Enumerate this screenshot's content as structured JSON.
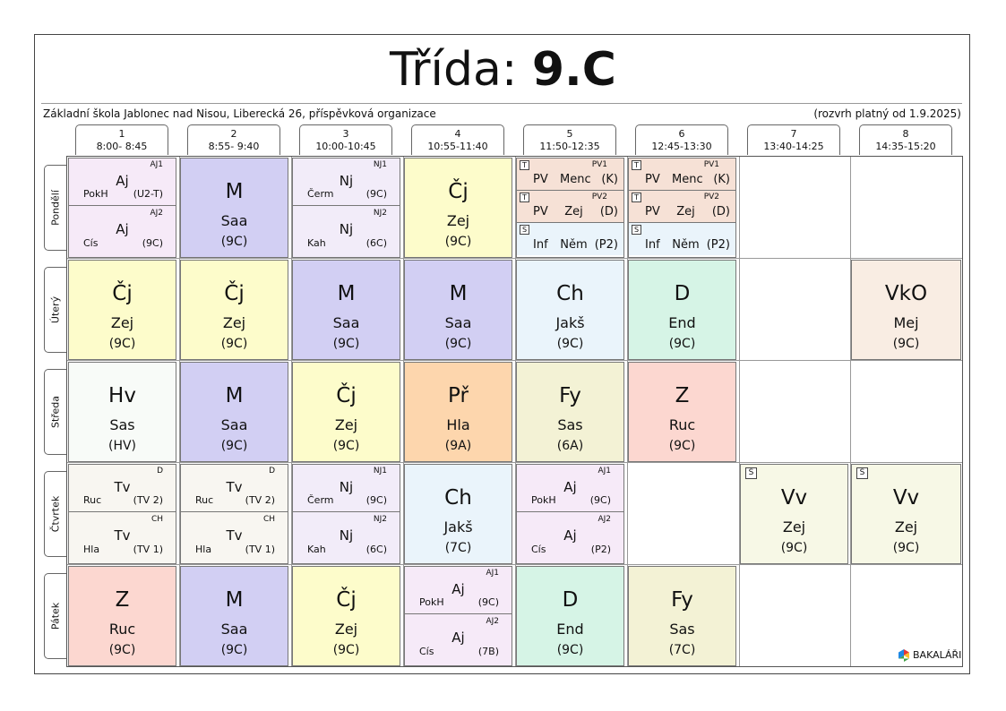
{
  "header": {
    "title_label": "Třída:",
    "class_name": "9.C",
    "school": "Základní škola Jablonec nad Nisou, Liberecká 26, příspěvková organizace",
    "validity": "(rozvrh platný od 1.9.2025)"
  },
  "periods": [
    {
      "num": "1",
      "time": "8:00- 8:45"
    },
    {
      "num": "2",
      "time": "8:55- 9:40"
    },
    {
      "num": "3",
      "time": "10:00-10:45"
    },
    {
      "num": "4",
      "time": "10:55-11:40"
    },
    {
      "num": "5",
      "time": "11:50-12:35"
    },
    {
      "num": "6",
      "time": "12:45-13:30"
    },
    {
      "num": "7",
      "time": "13:40-14:25"
    },
    {
      "num": "8",
      "time": "14:35-15:20"
    }
  ],
  "days": [
    "Pondělí",
    "Úterý",
    "Středa",
    "Čtvrtek",
    "Pátek"
  ],
  "schedule": [
    [
      {
        "type": "split",
        "color": "#f6eaf8",
        "top": {
          "group": "AJ1",
          "subject": "Aj",
          "teacher": "PokH",
          "room": "(U2-T)"
        },
        "bottom": {
          "group": "AJ2",
          "subject": "Aj",
          "teacher": "Cís",
          "room": "(9C)"
        }
      },
      {
        "type": "full",
        "color": "#d2cff3",
        "subject": "M",
        "teacher": "Saa",
        "room": "(9C)"
      },
      {
        "type": "split",
        "color": "#f2ecf9",
        "top": {
          "group": "NJ1",
          "subject": "Nj",
          "teacher": "Čerm",
          "room": "(9C)"
        },
        "bottom": {
          "group": "NJ2",
          "subject": "Nj",
          "teacher": "Kah",
          "room": "(6C)"
        }
      },
      {
        "type": "full",
        "color": "#fdfccb",
        "subject": "Čj",
        "teacher": "Zej",
        "room": "(9C)"
      },
      {
        "type": "triple",
        "parts": [
          {
            "flag": "T",
            "group": "PV1",
            "subject": "PV",
            "teacher": "Menc",
            "room": "(K)",
            "color": "#f6e1d6"
          },
          {
            "flag": "T",
            "group": "PV2",
            "subject": "PV",
            "teacher": "Zej",
            "room": "(D)",
            "color": "#f6e1d6"
          },
          {
            "flag": "S",
            "group": "",
            "subject": "Inf",
            "teacher": "Něm",
            "room": "(P2)",
            "color": "#eaf4fb"
          }
        ]
      },
      {
        "type": "triple",
        "parts": [
          {
            "flag": "T",
            "group": "PV1",
            "subject": "PV",
            "teacher": "Menc",
            "room": "(K)",
            "color": "#f6e1d6"
          },
          {
            "flag": "T",
            "group": "PV2",
            "subject": "PV",
            "teacher": "Zej",
            "room": "(D)",
            "color": "#f6e1d6"
          },
          {
            "flag": "S",
            "group": "",
            "subject": "Inf",
            "teacher": "Něm",
            "room": "(P2)",
            "color": "#eaf4fb"
          }
        ]
      },
      null,
      null
    ],
    [
      {
        "type": "full",
        "color": "#fdfccb",
        "subject": "Čj",
        "teacher": "Zej",
        "room": "(9C)"
      },
      {
        "type": "full",
        "color": "#fdfccb",
        "subject": "Čj",
        "teacher": "Zej",
        "room": "(9C)"
      },
      {
        "type": "full",
        "color": "#d2cff3",
        "subject": "M",
        "teacher": "Saa",
        "room": "(9C)"
      },
      {
        "type": "full",
        "color": "#d2cff3",
        "subject": "M",
        "teacher": "Saa",
        "room": "(9C)"
      },
      {
        "type": "full",
        "color": "#eaf4fb",
        "subject": "Ch",
        "teacher": "Jakš",
        "room": "(9C)"
      },
      {
        "type": "full",
        "color": "#d6f4e6",
        "subject": "D",
        "teacher": "End",
        "room": "(9C)"
      },
      null,
      {
        "type": "full",
        "color": "#f9ede3",
        "subject": "VkO",
        "teacher": "Mej",
        "room": "(9C)"
      }
    ],
    [
      {
        "type": "full",
        "color": "#f8fbf8",
        "subject": "Hv",
        "teacher": "Sas",
        "room": "(HV)"
      },
      {
        "type": "full",
        "color": "#d2cff3",
        "subject": "M",
        "teacher": "Saa",
        "room": "(9C)"
      },
      {
        "type": "full",
        "color": "#fdfccb",
        "subject": "Čj",
        "teacher": "Zej",
        "room": "(9C)"
      },
      {
        "type": "full",
        "color": "#fdd6ad",
        "subject": "Př",
        "teacher": "Hla",
        "room": "(9A)"
      },
      {
        "type": "full",
        "color": "#f3f2d5",
        "subject": "Fy",
        "teacher": "Sas",
        "room": "(6A)"
      },
      {
        "type": "full",
        "color": "#fcd7d0",
        "subject": "Z",
        "teacher": "Ruc",
        "room": "(9C)"
      },
      null,
      null
    ],
    [
      {
        "type": "split",
        "color": "#f8f6f1",
        "top": {
          "group": "D",
          "subject": "Tv",
          "teacher": "Ruc",
          "room": "(TV 2)"
        },
        "bottom": {
          "group": "CH",
          "subject": "Tv",
          "teacher": "Hla",
          "room": "(TV 1)"
        }
      },
      {
        "type": "split",
        "color": "#f8f6f1",
        "top": {
          "group": "D",
          "subject": "Tv",
          "teacher": "Ruc",
          "room": "(TV 2)"
        },
        "bottom": {
          "group": "CH",
          "subject": "Tv",
          "teacher": "Hla",
          "room": "(TV 1)"
        }
      },
      {
        "type": "split",
        "color": "#f2ecf9",
        "top": {
          "group": "NJ1",
          "subject": "Nj",
          "teacher": "Čerm",
          "room": "(9C)"
        },
        "bottom": {
          "group": "NJ2",
          "subject": "Nj",
          "teacher": "Kah",
          "room": "(6C)"
        }
      },
      {
        "type": "full",
        "color": "#eaf4fb",
        "subject": "Ch",
        "teacher": "Jakš",
        "room": "(7C)"
      },
      {
        "type": "split",
        "color": "#f6eaf8",
        "top": {
          "group": "AJ1",
          "subject": "Aj",
          "teacher": "PokH",
          "room": "(9C)"
        },
        "bottom": {
          "group": "AJ2",
          "subject": "Aj",
          "teacher": "Cís",
          "room": "(P2)"
        }
      },
      null,
      {
        "type": "full",
        "color": "#f7f8e6",
        "flag": "S",
        "subject": "Vv",
        "teacher": "Zej",
        "room": "(9C)"
      },
      {
        "type": "full",
        "color": "#f7f8e6",
        "flag": "S",
        "subject": "Vv",
        "teacher": "Zej",
        "room": "(9C)"
      }
    ],
    [
      {
        "type": "full",
        "color": "#fcd7d0",
        "subject": "Z",
        "teacher": "Ruc",
        "room": "(9C)"
      },
      {
        "type": "full",
        "color": "#d2cff3",
        "subject": "M",
        "teacher": "Saa",
        "room": "(9C)"
      },
      {
        "type": "full",
        "color": "#fdfccb",
        "subject": "Čj",
        "teacher": "Zej",
        "room": "(9C)"
      },
      {
        "type": "split",
        "color": "#f6eaf8",
        "top": {
          "group": "AJ1",
          "subject": "Aj",
          "teacher": "PokH",
          "room": "(9C)"
        },
        "bottom": {
          "group": "AJ2",
          "subject": "Aj",
          "teacher": "Cís",
          "room": "(7B)"
        }
      },
      {
        "type": "full",
        "color": "#d6f4e6",
        "subject": "D",
        "teacher": "End",
        "room": "(9C)"
      },
      {
        "type": "full",
        "color": "#f3f2d5",
        "subject": "Fy",
        "teacher": "Sas",
        "room": "(7C)"
      },
      null,
      null
    ]
  ],
  "brand": {
    "name": "BAKALÁŘI",
    "icon": "bakalari-logo-icon",
    "colors": [
      "#e53935",
      "#fbc02d",
      "#43a047",
      "#1e88e5"
    ]
  }
}
